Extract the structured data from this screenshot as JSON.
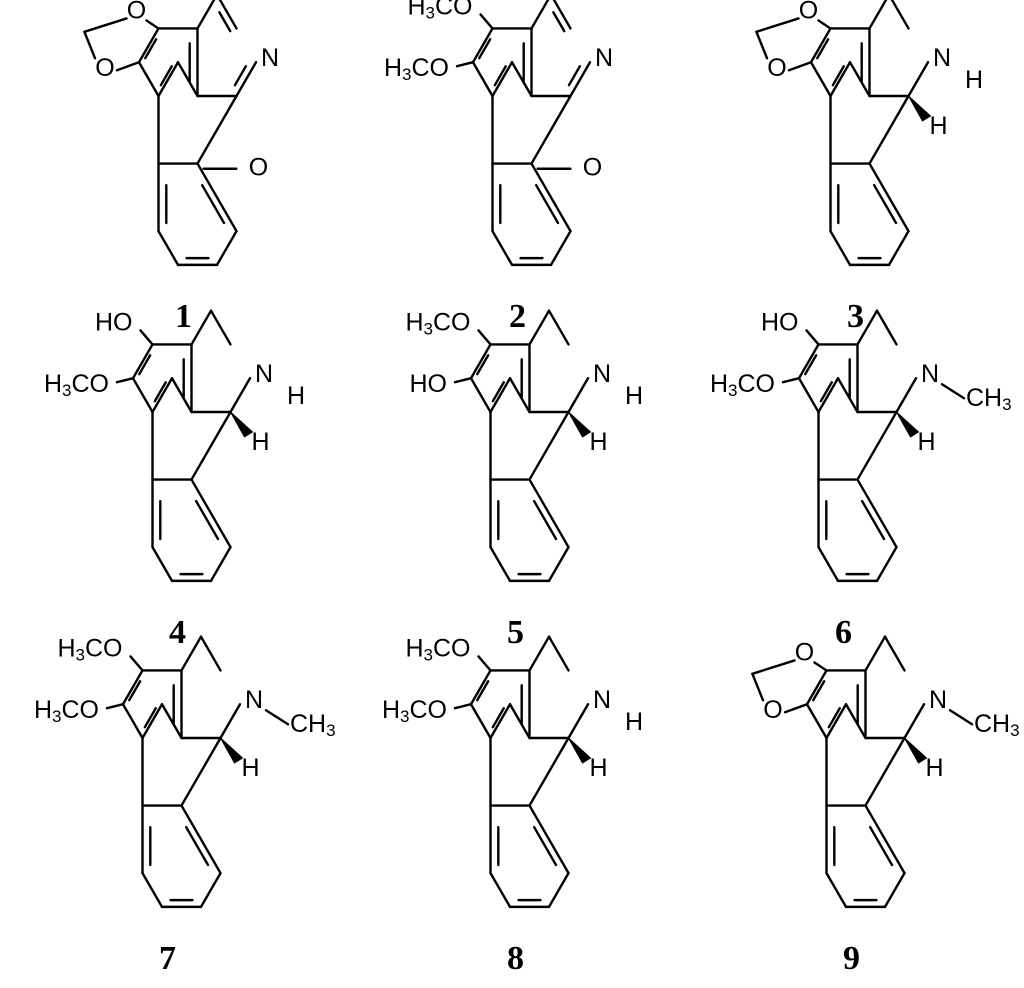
{
  "compounds": [
    {
      "id": "1",
      "label": "1",
      "core": "dehydro",
      "aRing": "md",
      "ketone": true,
      "n": "N"
    },
    {
      "id": "2",
      "label": "2",
      "core": "dehydro",
      "aRing": "ome",
      "r1": "H3CO",
      "r2": "H3CO",
      "ketone": true,
      "n": "N"
    },
    {
      "id": "3",
      "label": "3",
      "core": "apor",
      "aRing": "md",
      "nSub": "H",
      "stereoH": "H"
    },
    {
      "id": "4",
      "label": "4",
      "core": "apor",
      "aRing": "sub",
      "r1": "HO",
      "r2": "H3CO",
      "nSub": "H",
      "stereoH": "H"
    },
    {
      "id": "5",
      "label": "5",
      "core": "apor",
      "aRing": "sub",
      "r1": "H3CO",
      "r2": "HO",
      "nSub": "H",
      "stereoH": "H"
    },
    {
      "id": "6",
      "label": "6",
      "core": "apor",
      "aRing": "sub",
      "r1": "HO",
      "r2": "H3CO",
      "nSub": "CH3",
      "stereoH": "H"
    },
    {
      "id": "7",
      "label": "7",
      "core": "apor",
      "aRing": "sub",
      "r1": "H3CO",
      "r2": "H3CO",
      "nSub": "CH3",
      "stereoH": "H"
    },
    {
      "id": "8",
      "label": "8",
      "core": "apor",
      "aRing": "sub",
      "r1": "H3CO",
      "r2": "H3CO",
      "nSub": "H",
      "stereoH": "H"
    },
    {
      "id": "9",
      "label": "9",
      "core": "apor",
      "aRing": "md",
      "nSub": "CH3",
      "stereoH": "H"
    }
  ],
  "atoms": {
    "O": "O",
    "N": "N"
  }
}
